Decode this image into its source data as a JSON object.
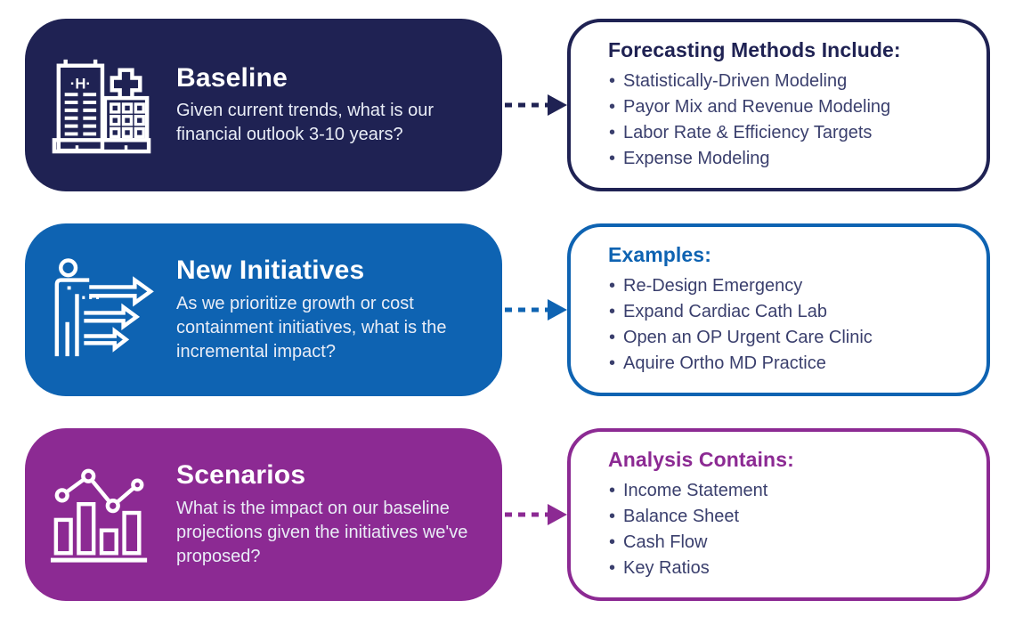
{
  "palette": {
    "navy": "#1f2253",
    "blue": "#0e63b2",
    "purple": "#8c2a93",
    "bullet_text": "#3a3f6d",
    "card_text": "#ffffff",
    "background": "#ffffff"
  },
  "rows": [
    {
      "card": {
        "icon": "hospital-building-icon",
        "icon_label": "·H·",
        "title": "Baseline",
        "description": "Given current trends, what is our financial outlook 3-10 years?"
      },
      "connector": {
        "icon": "dashed-right-arrow-icon",
        "color": "#1f2253"
      },
      "panel": {
        "heading": "Forecasting Methods Include:",
        "items": [
          "Statistically-Driven Modeling",
          "Payor Mix and Revenue Modeling",
          "Labor Rate & Efficiency Targets",
          "Expense Modeling"
        ]
      }
    },
    {
      "card": {
        "icon": "person-with-arrows-icon",
        "title": "New Initiatives",
        "description": "As we prioritize growth or cost containment initiatives, what is the incremental impact?"
      },
      "connector": {
        "icon": "dashed-right-arrow-icon",
        "color": "#0e63b2"
      },
      "panel": {
        "heading": "Examples:",
        "items": [
          "Re-Design Emergency",
          "Expand Cardiac Cath Lab",
          "Open an OP Urgent Care Clinic",
          "Aquire Ortho MD Practice"
        ]
      }
    },
    {
      "card": {
        "icon": "bar-line-chart-icon",
        "title": "Scenarios",
        "description": "What is the impact on our baseline projections given the initiatives we've proposed?"
      },
      "connector": {
        "icon": "dashed-right-arrow-icon",
        "color": "#8c2a93"
      },
      "panel": {
        "heading": "Analysis Contains:",
        "items": [
          "Income Statement",
          "Balance Sheet",
          "Cash Flow",
          "Key Ratios"
        ]
      }
    }
  ]
}
